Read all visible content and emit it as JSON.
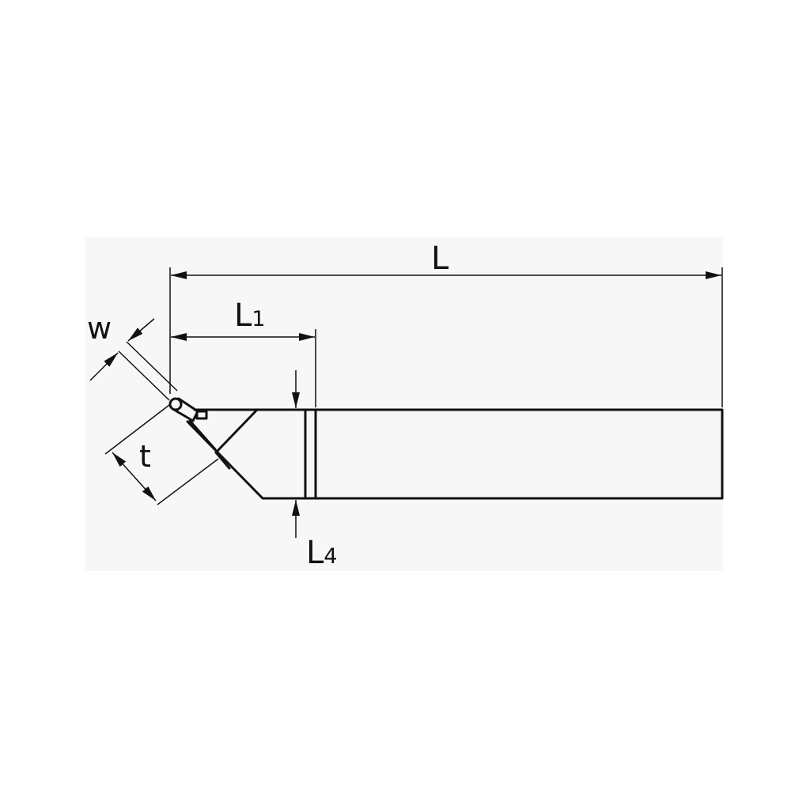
{
  "colors": {
    "background": "#ffffff",
    "panel": "#f7f7f7",
    "stroke": "#111111"
  },
  "labels": {
    "L": "L",
    "L1_main": "L",
    "L1_sub": "1",
    "L4_main": "L",
    "L4_sub": "4",
    "w": "w",
    "t": "t"
  }
}
